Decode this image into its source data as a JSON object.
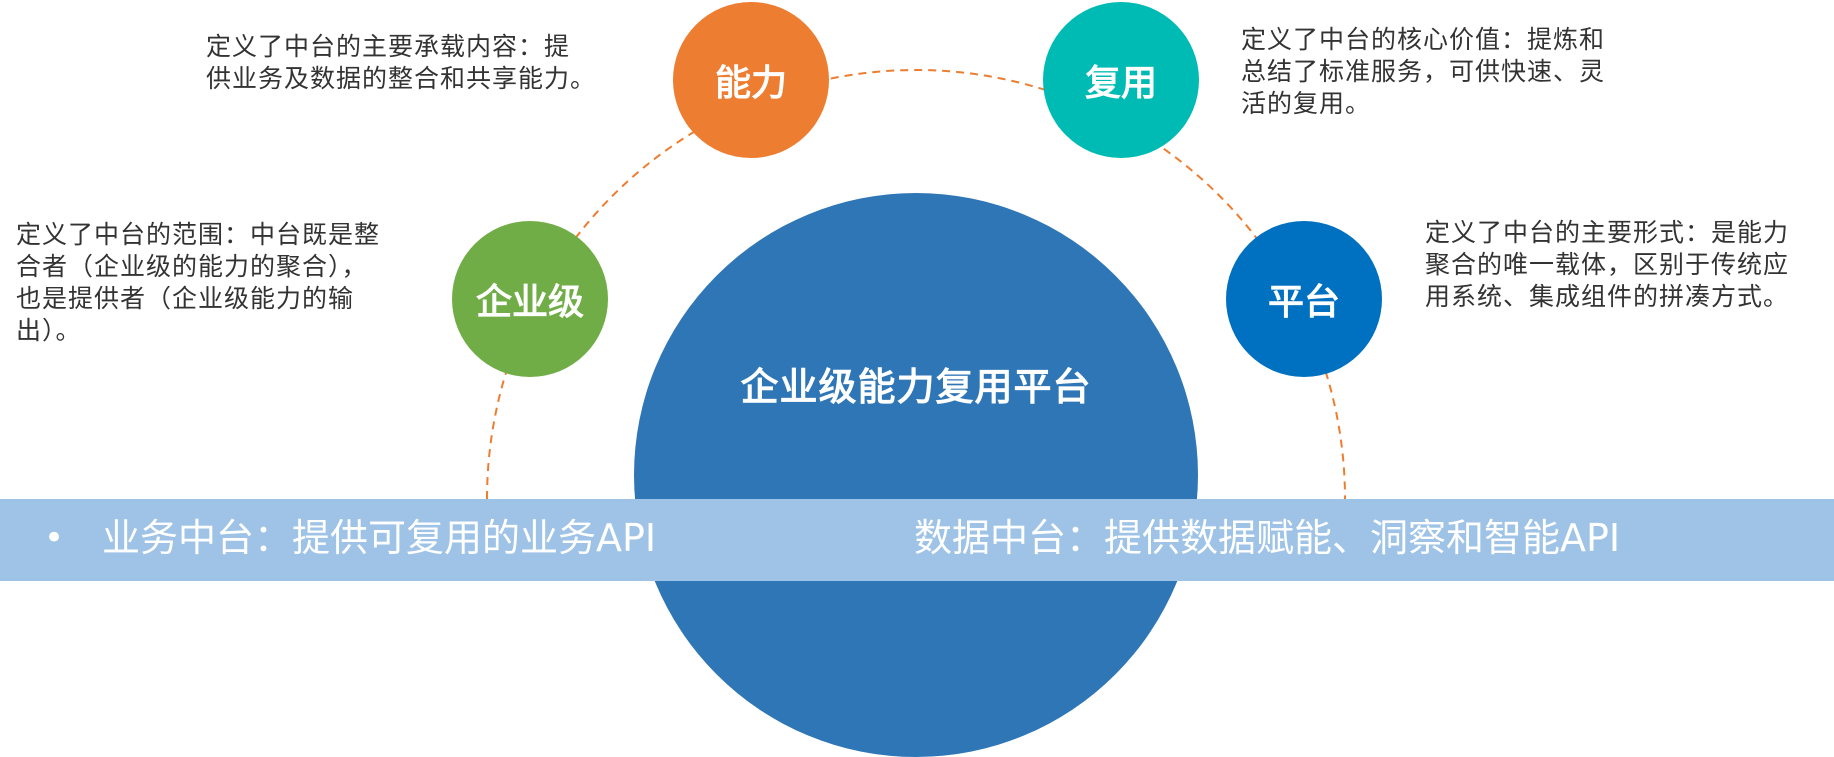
{
  "center": {
    "title": "企业级能力复用平台"
  },
  "nodes": {
    "enterprise": {
      "label": "企业级",
      "color": "#70ad47",
      "desc": [
        "定义了中台的范围：中台既是整",
        "合者（企业级的能力的聚合），",
        "也是提供者（企业级能力的输",
        "出）。"
      ]
    },
    "capability": {
      "label": "能力",
      "color": "#ed7d31",
      "desc": [
        "定义了中台的主要承载内容：提",
        "供业务及数据的整合和共享能力。"
      ]
    },
    "reuse": {
      "label": "复用",
      "color": "#00bbb4",
      "desc": [
        "定义了中台的核心价值：提炼和",
        "总结了标准服务，可供快速、灵",
        "活的复用。"
      ]
    },
    "platform": {
      "label": "平台",
      "color": "#0070c0",
      "desc": [
        "定义了中台的主要形式：是能力",
        "聚合的唯一载体，区别于传统应",
        "用系统、集成组件的拼凑方式。"
      ]
    }
  },
  "bottom": {
    "bullet": "•",
    "business": "业务中台：提供可复用的业务API",
    "data": "数据中台：提供数据赋能、洞察和智能API"
  },
  "colors": {
    "center": "#2f76b7",
    "arc": "#ed7d31",
    "bar": "#9ec3e6"
  }
}
